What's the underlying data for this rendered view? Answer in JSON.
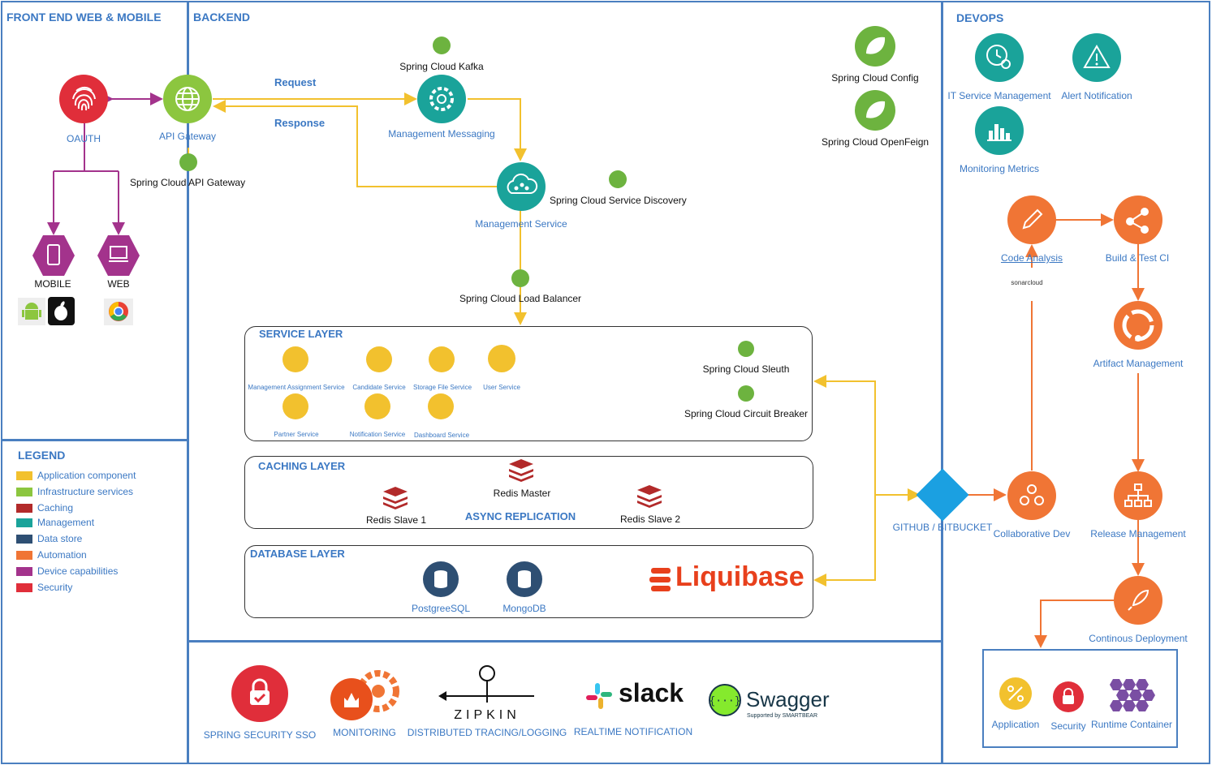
{
  "sections": {
    "frontend": "FRONT END WEB & MOBILE",
    "backend": "BACKEND",
    "devops": "DEVOPS",
    "legend": "LEGEND"
  },
  "frontend": {
    "oauth": "OAUTH",
    "mobile": "MOBILE",
    "web": "WEB"
  },
  "backend": {
    "api_gateway": "API Gateway",
    "spring_cloud_api_gateway": "Spring Cloud API Gateway",
    "request": "Request",
    "response": "Response",
    "spring_cloud_kafka": "Spring Cloud Kafka",
    "management_messaging": "Management Messaging",
    "management_service": "Management Service",
    "spring_cloud_service_discovery": "Spring Cloud Service Discovery",
    "spring_cloud_load_balancer": "Spring Cloud Load Balancer",
    "spring_cloud_config": "Spring Cloud Config",
    "spring_cloud_openfeign": "Spring Cloud OpenFeign"
  },
  "service_layer": {
    "title": "SERVICE LAYER",
    "services": [
      "Management Assignment Service",
      "Candidate Service",
      "Storage File Service",
      "User Service",
      "Partner Service",
      "Notification Service",
      "Dashboard Service"
    ],
    "sleuth": "Spring Cloud Sleuth",
    "circuit_breaker": "Spring Cloud Circuit Breaker"
  },
  "caching_layer": {
    "title": "CACHING LAYER",
    "master": "Redis Master",
    "slave1": "Redis Slave 1",
    "slave2": "Redis Slave 2",
    "async": "ASYNC REPLICATION"
  },
  "database_layer": {
    "title": "DATABASE LAYER",
    "postgres": "PostgreeSQL",
    "mongo": "MongoDB",
    "liquibase": "Liquibase"
  },
  "bottom_tools": {
    "security": "SPRING SECURITY SSO",
    "monitoring": "MONITORING",
    "zipkin_logo": "ZIPKIN",
    "tracing": "DISTRIBUTED TRACING/LOGGING",
    "slack_logo": "slack",
    "notification": "REALTIME NOTIFICATION",
    "swagger_logo": "Swagger",
    "swagger_sub": "Supported by SMARTBEAR"
  },
  "legend": [
    {
      "label": "Application component",
      "color": "#f2c12e"
    },
    {
      "label": "Infrastructure services",
      "color": "#8cc63f"
    },
    {
      "label": "Caching",
      "color": "#b22a2a"
    },
    {
      "label": "Management",
      "color": "#1aa39a"
    },
    {
      "label": "Data store",
      "color": "#2e4f73"
    },
    {
      "label": "Automation",
      "color": "#f07535"
    },
    {
      "label": "Device capabilities",
      "color": "#a3338c"
    },
    {
      "label": "Security",
      "color": "#e02e3a"
    }
  ],
  "devops": {
    "it_service": "IT Service Management",
    "alert": "Alert Notification",
    "monitoring_metrics": "Monitoring Metrics",
    "code_analysis": "Code Analysis",
    "sonarcloud": "sonarcloud",
    "build_test": "Build & Test CI",
    "artifact": "Artifact Management",
    "github": "GITHUB / BITBUCKET",
    "collab": "Collaborative Dev",
    "release": "Release Management",
    "deployment": "Continous Deployment",
    "box_application": "Application",
    "box_security": "Security",
    "box_runtime": "Runtime Container"
  },
  "colors": {
    "accent_blue": "#3b78c3",
    "border_blue": "#4a7fc0",
    "yellow": "#f2c12e",
    "green": "#8cc63f",
    "teal": "#1aa39a",
    "orange": "#f07535",
    "purple": "#a3338c",
    "red": "#e02e3a",
    "redis": "#b22a2a",
    "db": "#2e4f73"
  }
}
